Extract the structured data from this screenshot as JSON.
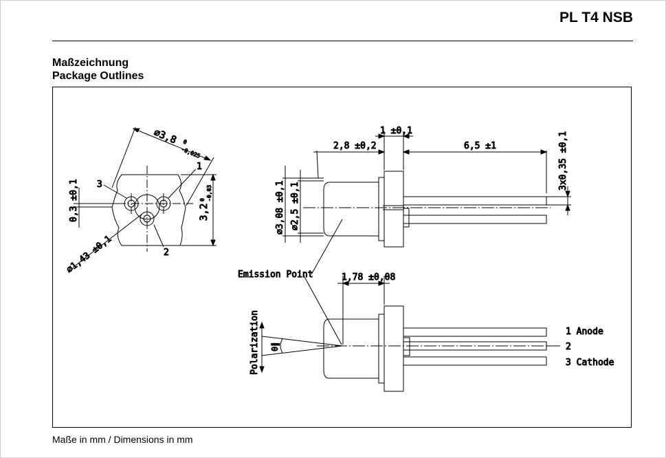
{
  "header": {
    "part_number": "PL T4 NSB"
  },
  "section": {
    "title_de": "Maßzeichnung",
    "title_en": "Package Outlines"
  },
  "drawing": {
    "dims": {
      "outer_diameter": "∅3,8",
      "outer_diameter_tol_upper": "0",
      "outer_diameter_tol_lower": "-0,025",
      "flat_height": "3,2",
      "flat_height_tol_upper": "0",
      "flat_height_tol_lower": "-0,03",
      "pin_offset": "0,3 ±0,1",
      "pin_circle": "∅1,43 ±0,1",
      "cap_length": "2,8 ±0,2",
      "flange_thickness": "1 ±0,1",
      "lead_length": "6,5 ±1",
      "lead_width": "3x0,35 ±0,1",
      "cap_diameter": "∅3,08 ±0,1",
      "window_diameter": "∅2,5 ±0,1",
      "emission_offset": "1,78 ±0,08",
      "angle": "θ∥"
    },
    "labels": {
      "pin1": "1",
      "pin2": "2",
      "pin3": "3",
      "emission_point": "Emission Point",
      "polarization": "Polarization",
      "anode": "1 Anode",
      "pin2_side": "2",
      "cathode": "3 Cathode"
    }
  },
  "footer": {
    "caption": "Maße in mm / Dimensions in mm"
  }
}
